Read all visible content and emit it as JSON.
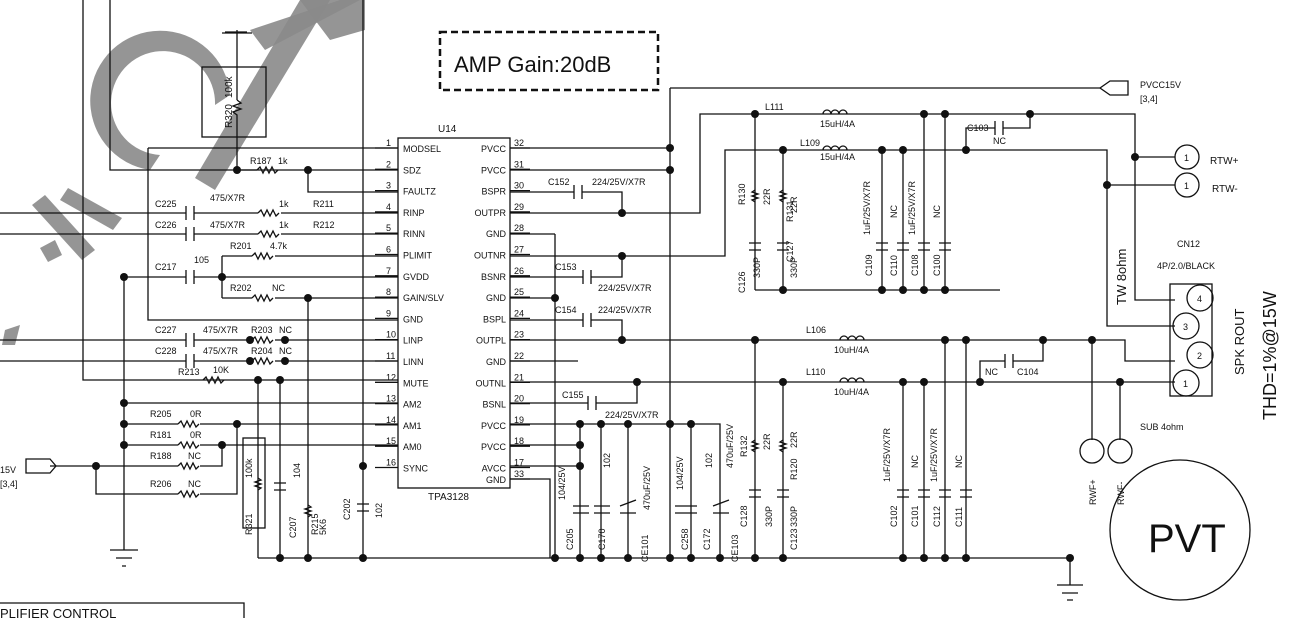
{
  "title_note": "AMP Gain:20dB",
  "ic": {
    "ref": "U14",
    "part": "TPA3128",
    "left_pins": [
      {
        "num": "1",
        "name": "MODSEL"
      },
      {
        "num": "2",
        "name": "SDZ"
      },
      {
        "num": "3",
        "name": "FAULTZ"
      },
      {
        "num": "4",
        "name": "RINP"
      },
      {
        "num": "5",
        "name": "RINN"
      },
      {
        "num": "6",
        "name": "PLIMIT"
      },
      {
        "num": "7",
        "name": "GVDD"
      },
      {
        "num": "8",
        "name": "GAIN/SLV"
      },
      {
        "num": "9",
        "name": "GND"
      },
      {
        "num": "10",
        "name": "LINP"
      },
      {
        "num": "11",
        "name": "LINN"
      },
      {
        "num": "12",
        "name": "MUTE"
      },
      {
        "num": "13",
        "name": "AM2"
      },
      {
        "num": "14",
        "name": "AM1"
      },
      {
        "num": "15",
        "name": "AM0"
      },
      {
        "num": "16",
        "name": "SYNC"
      }
    ],
    "right_pins": [
      {
        "num": "32",
        "name": "PVCC"
      },
      {
        "num": "31",
        "name": "PVCC"
      },
      {
        "num": "30",
        "name": "BSPR"
      },
      {
        "num": "29",
        "name": "OUTPR"
      },
      {
        "num": "28",
        "name": "GND"
      },
      {
        "num": "27",
        "name": "OUTNR"
      },
      {
        "num": "26",
        "name": "BSNR"
      },
      {
        "num": "25",
        "name": "GND"
      },
      {
        "num": "24",
        "name": "BSPL"
      },
      {
        "num": "23",
        "name": "OUTPL"
      },
      {
        "num": "22",
        "name": "GND"
      },
      {
        "num": "21",
        "name": "OUTNL"
      },
      {
        "num": "20",
        "name": "BSNL"
      },
      {
        "num": "19",
        "name": "PVCC"
      },
      {
        "num": "18",
        "name": "PVCC"
      },
      {
        "num": "17",
        "name": "AVCC"
      },
      {
        "num": "33",
        "name": "GND"
      }
    ]
  },
  "labels": {
    "r320": "R320",
    "r320v": "100k",
    "r187": "R187",
    "r187v": "1k",
    "c225": "C225",
    "c225v": "475/X7R",
    "r211": "R211",
    "r211v": "1k",
    "c226": "C226",
    "c226v": "475/X7R",
    "r212": "R212",
    "r212v": "1k",
    "r201": "R201",
    "r201v": "4.7k",
    "c217": "C217",
    "c217v": "105",
    "r202": "R202",
    "r202v": "NC",
    "c227": "C227",
    "c227v": "475/X7R",
    "r203": "R203",
    "r203v": "NC",
    "c228": "C228",
    "c228v": "475/X7R",
    "r204": "R204",
    "r204v": "NC",
    "r213": "R213",
    "r213v": "10K",
    "r205": "R205",
    "r205v": "0R",
    "r181": "R181",
    "r181v": "0R",
    "r188": "R188",
    "r188v": "NC",
    "r206": "R206",
    "r206v": "NC",
    "r321": "R321",
    "r321v": "100k",
    "c207": "C207",
    "c207v": "104",
    "r215": "R215",
    "r215v": "5K6",
    "c202": "C202",
    "c202v": "102",
    "c152": "C152",
    "c152v": "224/25V/X7R",
    "c153": "C153",
    "c153v": "224/25V/X7R",
    "c154": "C154",
    "c154v": "224/25V/X7R",
    "c155": "C155",
    "c155v": "224/25V/X7R",
    "c205": "C205",
    "c205v": "104/25V",
    "c170": "C170",
    "c170v": "102",
    "ce101": "CE101",
    "ce101v": "470uF/25V",
    "c258": "C258",
    "c258v": "104/25V",
    "c172": "C172",
    "c172v": "102",
    "ce103": "CE103",
    "ce103v": "470uF/25V",
    "l111": "L111",
    "l111v": "15uH/4A",
    "l109": "L109",
    "l109v": "15uH/4A",
    "r130": "R130",
    "r130v": "22R",
    "r131": "R131",
    "r131v": "22R",
    "c126": "C126",
    "c126v": "330P",
    "c127": "C127",
    "c127v": "330P",
    "c109": "C109",
    "c109v": "1uF/25V/X7R",
    "c110": "C110",
    "c110v": "NC",
    "c108": "C108",
    "c108v": "1uF/25V/X7R",
    "c100": "C100",
    "c100v": "NC",
    "c103": "C103",
    "c103v": "NC",
    "l106": "L106",
    "l106v": "10uH/4A",
    "l110": "L110",
    "l110v": "10uH/4A",
    "r132": "R132",
    "r132v": "22R",
    "r120": "R120",
    "r120v": "22R",
    "c128": "C128",
    "c128v": "330P",
    "c123": "C123",
    "c123v": "330P",
    "c102": "C102",
    "c102v": "1uF/25V/X7R",
    "c101": "C101",
    "c101v": "NC",
    "c112": "C112",
    "c112v": "1uF/25V/X7R",
    "c111": "C111",
    "c111v": "NC",
    "c104": "C104",
    "c104v": "NC",
    "pvcc_port": "PVCC15V",
    "pvcc_ref": "[3,4]",
    "left_port_v": "15V",
    "left_port_ref": "[3,4]",
    "rtw_plus": "RTW+",
    "rtw_minus": "RTW-",
    "rwf_plus": "RWF+",
    "rwf_minus": "RWF-",
    "pin_one": "1",
    "tw": "TW 8ohm",
    "cn12": "CN12",
    "cn12v": "4P/2.0/BLACK",
    "cn_pin4": "4",
    "cn_pin3": "3",
    "cn_pin2": "2",
    "cn_pin1": "1",
    "spk": "SPK  ROUT",
    "thd": "THD=1%@15W",
    "sub": "SUB 4ohm",
    "pvt": "PVT",
    "title_block": "PLIFIER CONTROL"
  }
}
